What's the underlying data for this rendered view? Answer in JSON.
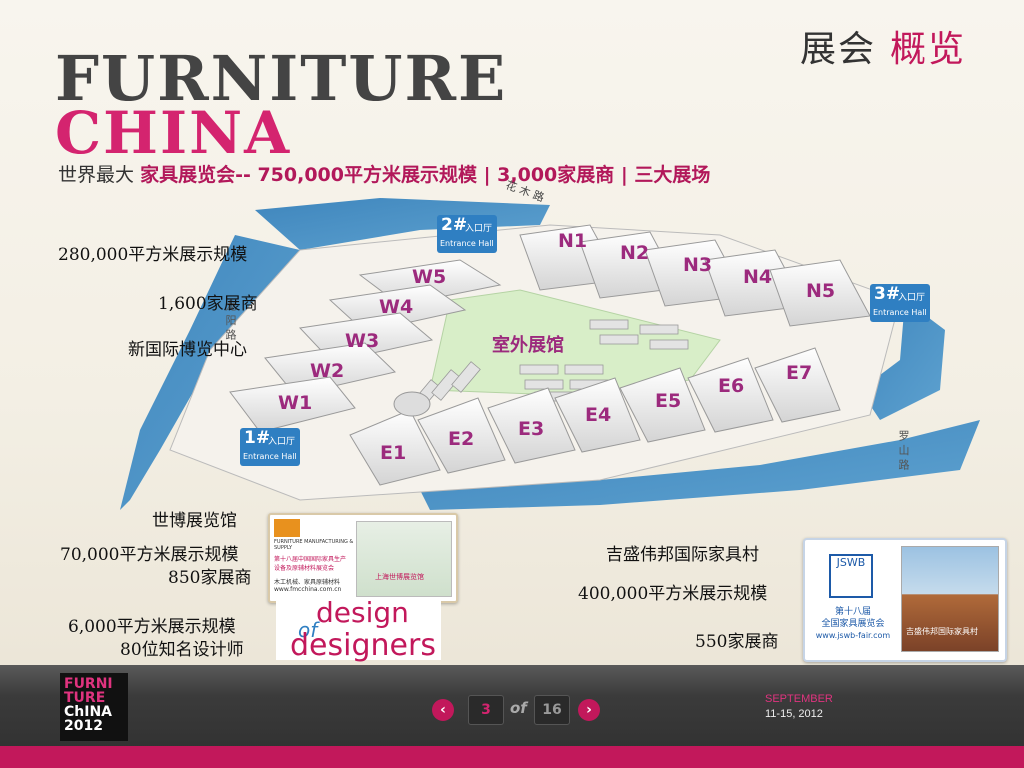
{
  "header": {
    "title_part1": "展会",
    "title_part2": "概览"
  },
  "brand": {
    "line1": "FURNITURE",
    "line2": "CHINA"
  },
  "tagline": {
    "part1": "世界最大",
    "part2": "家具展览会-- 750,000平方米展示规模  |  3,000家展商  |  三大展场"
  },
  "map": {
    "road_top": "花 木 路",
    "road_left": "龙 阳 路",
    "road_right": "罗 山 路",
    "halls_west": [
      "W5",
      "W4",
      "W3",
      "W2",
      "W1"
    ],
    "halls_north": [
      "N1",
      "N2",
      "N3",
      "N4",
      "N5"
    ],
    "halls_east": [
      "E1",
      "E2",
      "E3",
      "E4",
      "E5",
      "E6",
      "E7"
    ],
    "outdoor": "室外展馆",
    "entrance_1": "1#",
    "entrance_2": "2#",
    "entrance_3": "3#",
    "entrance_cn": "入口厅",
    "entrance_en": "Entrance Hall"
  },
  "venue1": {
    "area": "280,000平方米展示规模",
    "exhibitors": "1,600家展商",
    "name": "新国际博览中心"
  },
  "venue2": {
    "name": "世博展览馆",
    "area": "70,000平方米展示规模",
    "exhibitors": "850家展商"
  },
  "venue3": {
    "area": "6,000平方米展示规模",
    "designers": "80位知名设计师",
    "logo_line1": "design",
    "logo_line2": "of",
    "logo_line3": "designers"
  },
  "venue4": {
    "name": "吉盛伟邦国际家具村",
    "area": "400,000平方米展示规模",
    "exhibitors": "550家展商",
    "logo": "JSWB",
    "ad_line1": "第十八届",
    "ad_line2": "全国家具展览会",
    "ad_line3": "www.jswb-fair.com",
    "ad_photo_label": "吉盛伟邦国际家具村"
  },
  "ad_fmc": {
    "line1": "FURNITURE MANUFACTURING & SUPPLY",
    "line2": "第十八届中国国际家具生产",
    "line3": "设备及原辅材料展览会",
    "line4": "木工机械、家具原辅材料",
    "line5": "www.fmcchina.com.cn",
    "photo_label": "上海世博展览馆"
  },
  "footer": {
    "logo_line1": "FURNI",
    "logo_line2": "TURE",
    "logo_line3": "ChINA",
    "logo_line4": "2012",
    "page_current": "3",
    "page_of": "of",
    "page_total": "16",
    "prev": "‹",
    "next": "›",
    "month": "SEPTEMBER",
    "dates": "11-15, 2012"
  },
  "colors": {
    "accent": "#c2185b",
    "water": "#4a8fc0",
    "hall": "#e6e6e6",
    "label": "#9c2a7d"
  }
}
